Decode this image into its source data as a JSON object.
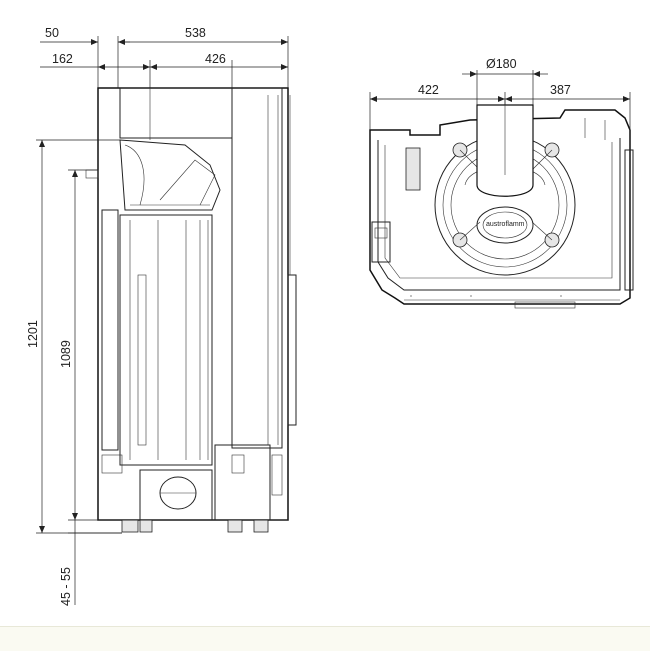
{
  "dimensions": {
    "top_left_offset": "50",
    "overall_width": "538",
    "side_offset": "162",
    "side_depth": "426",
    "flue_diameter": "Ø180",
    "plan_left": "422",
    "plan_right": "387",
    "overall_height": "1201",
    "inner_height": "1089",
    "feet_range": "45 - 55"
  },
  "plan_logo": "austroflamm"
}
